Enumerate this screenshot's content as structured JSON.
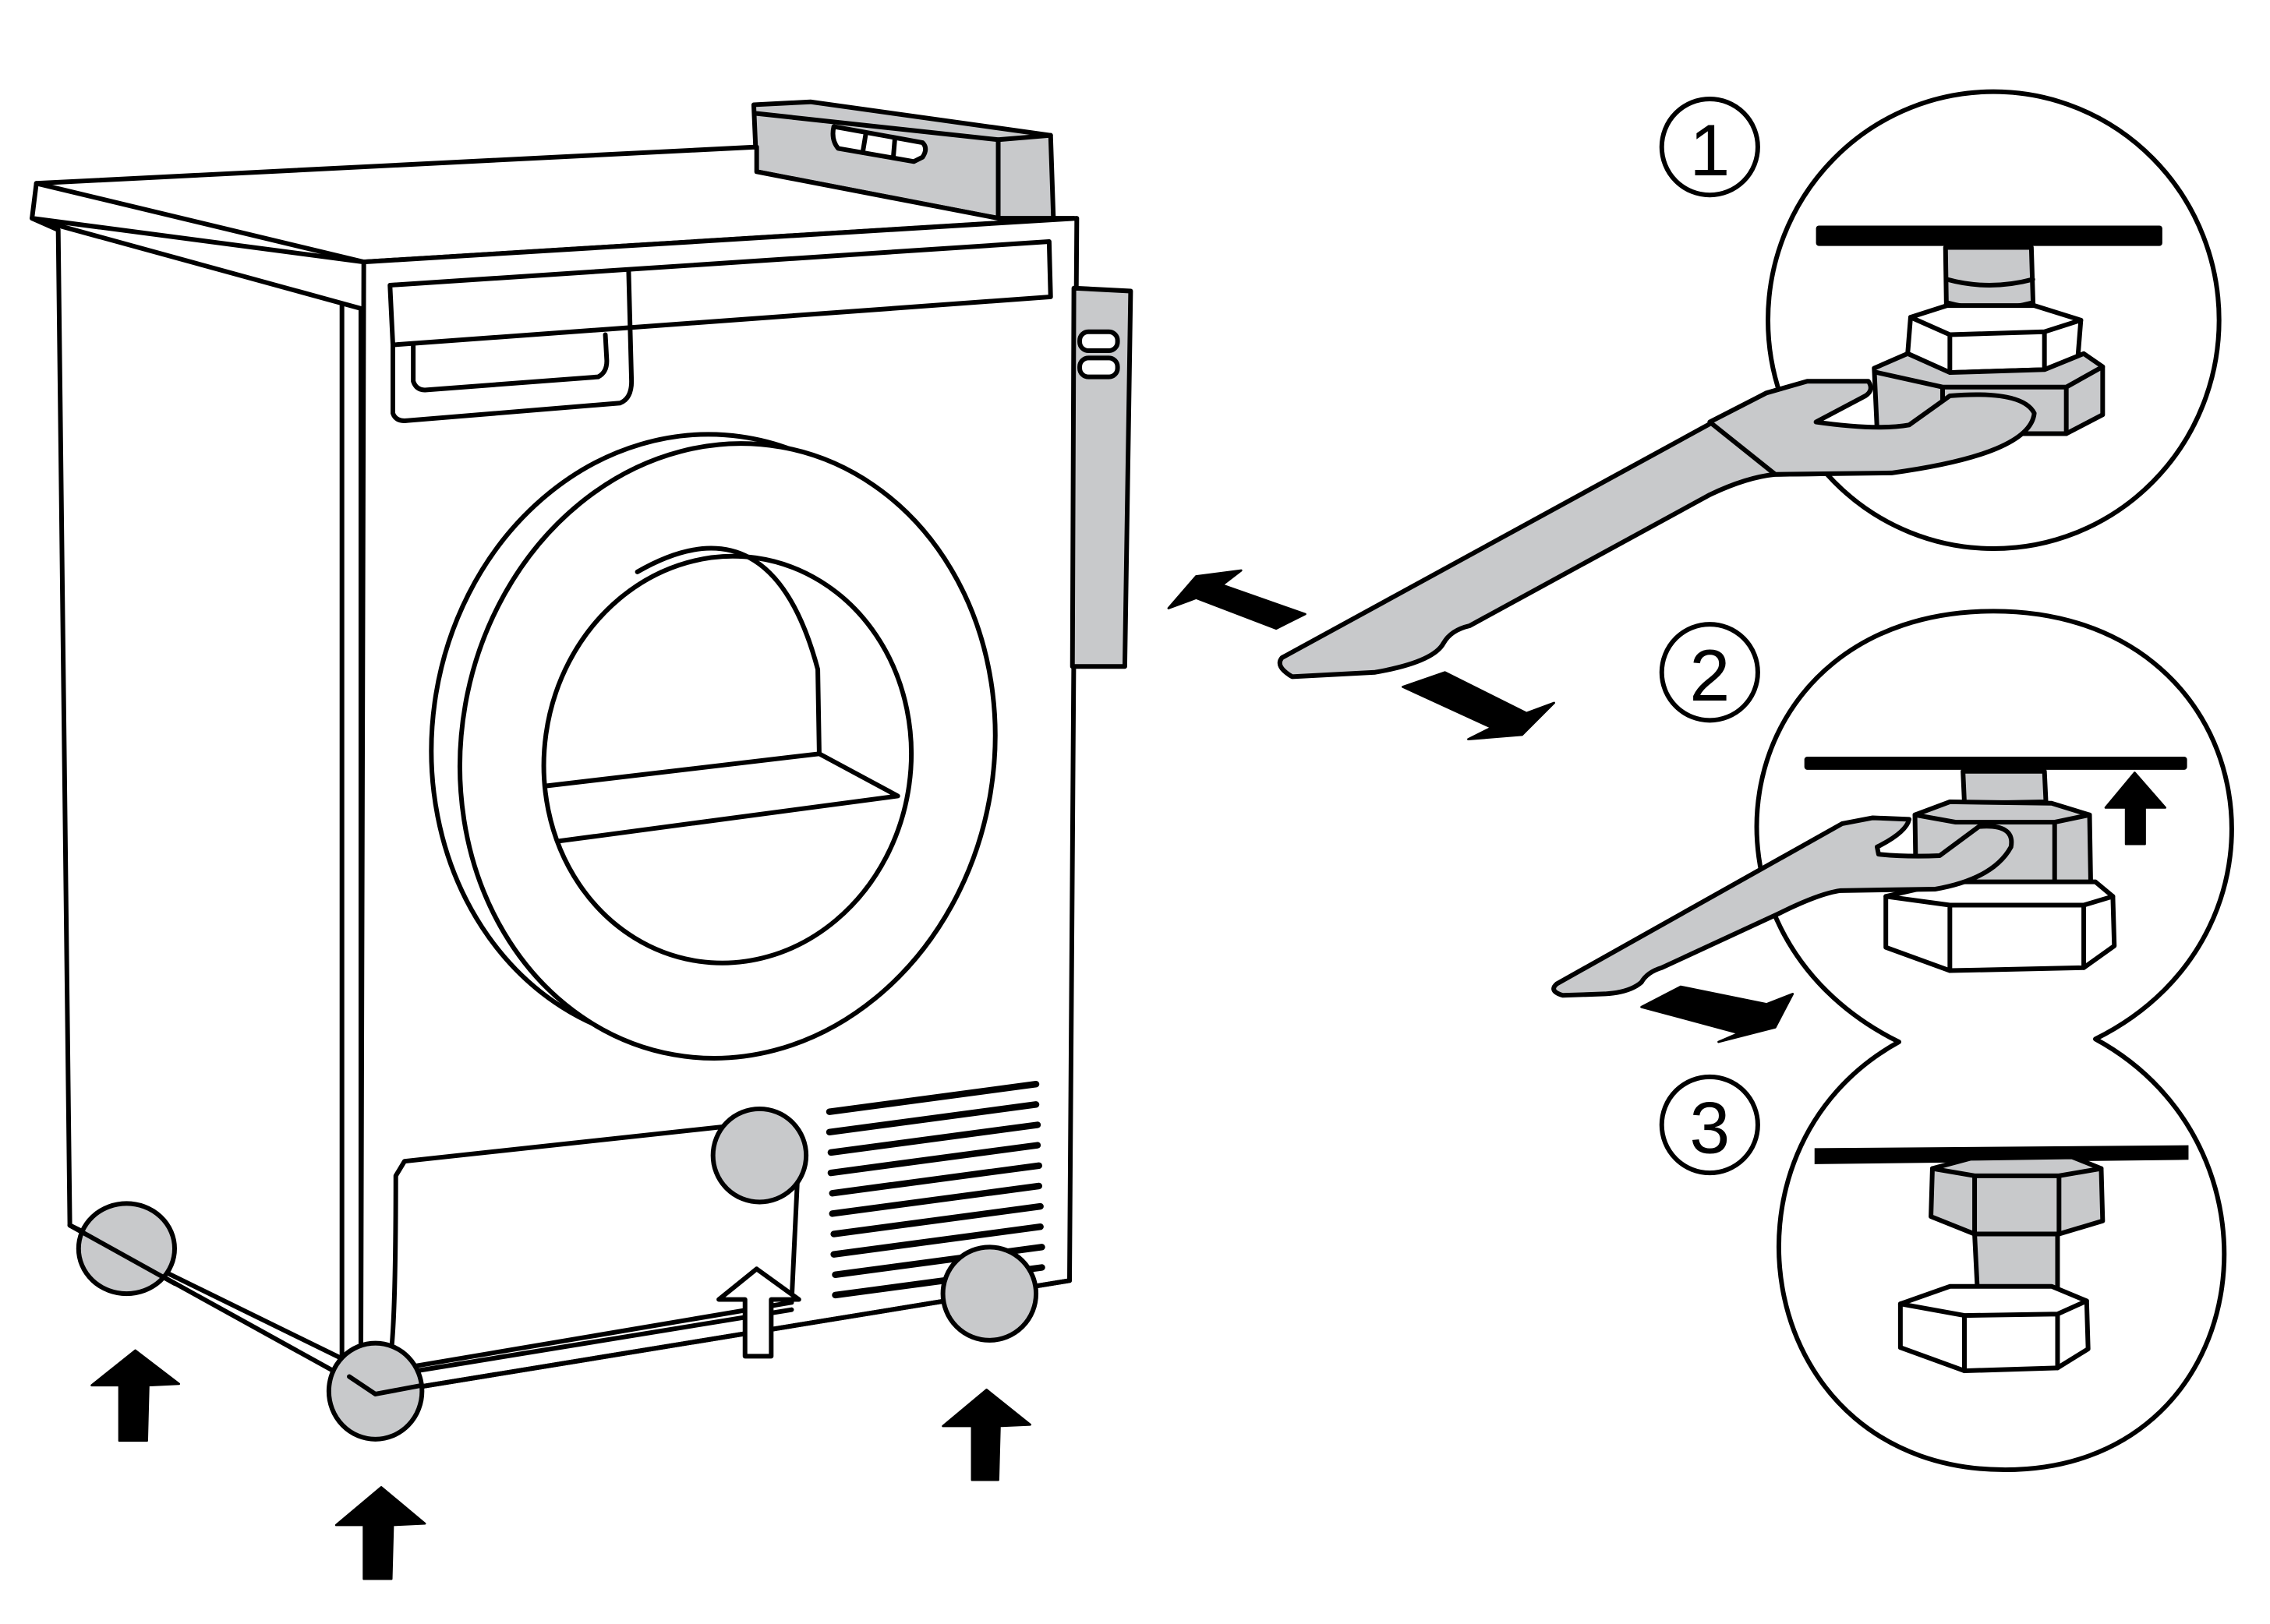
{
  "figure": {
    "description": "Installation instruction: lift appliance and adjust the levelling feet with a wrench",
    "colors": {
      "line": "#000000",
      "fill_gray": "#c8c9cb",
      "background": "#ffffff"
    },
    "appliance": {
      "type": "tumble dryer",
      "feet_highlighted": 4,
      "lift_arrows": 3
    },
    "steps": [
      {
        "number": "1",
        "caption": "Loosen lock nut with wrench"
      },
      {
        "number": "2",
        "caption": "Turn foot to adjust height"
      },
      {
        "number": "3",
        "caption": "Foot adjusted and tightened"
      }
    ],
    "icons": [
      "lift-arrow-icon",
      "turn-direction-arrow-icon",
      "wrench-icon",
      "leveling-foot-icon"
    ]
  }
}
